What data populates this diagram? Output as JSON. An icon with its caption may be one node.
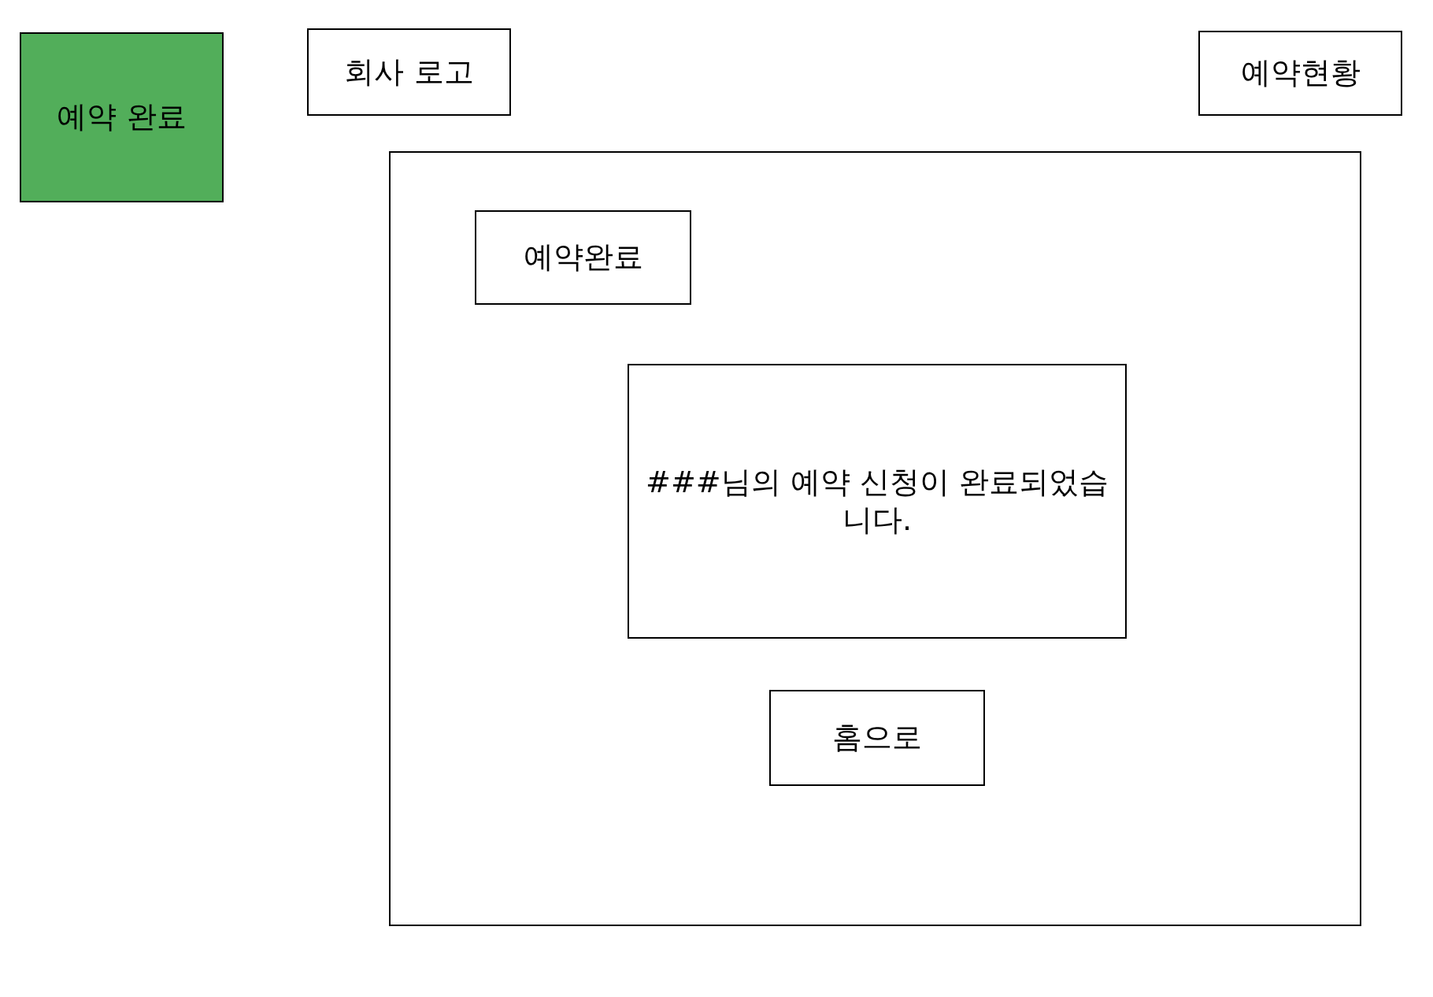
{
  "diagram": {
    "nodes": [
      {
        "text": [
          "예약 완료"
        ]
      },
      {
        "text": [
          "회사 로고"
        ]
      },
      {
        "text": [
          "예약현황"
        ]
      },
      {
        "text": [],
        "shape": "box"
      },
      {
        "text": [
          "예약완료"
        ],
        "in": 3
      },
      {
        "text": [
          "###님의 예약 신청이 완료되었습니다."
        ],
        "in": 3
      },
      {
        "text": [
          "홈으로"
        ],
        "in": 3
      }
    ]
  }
}
